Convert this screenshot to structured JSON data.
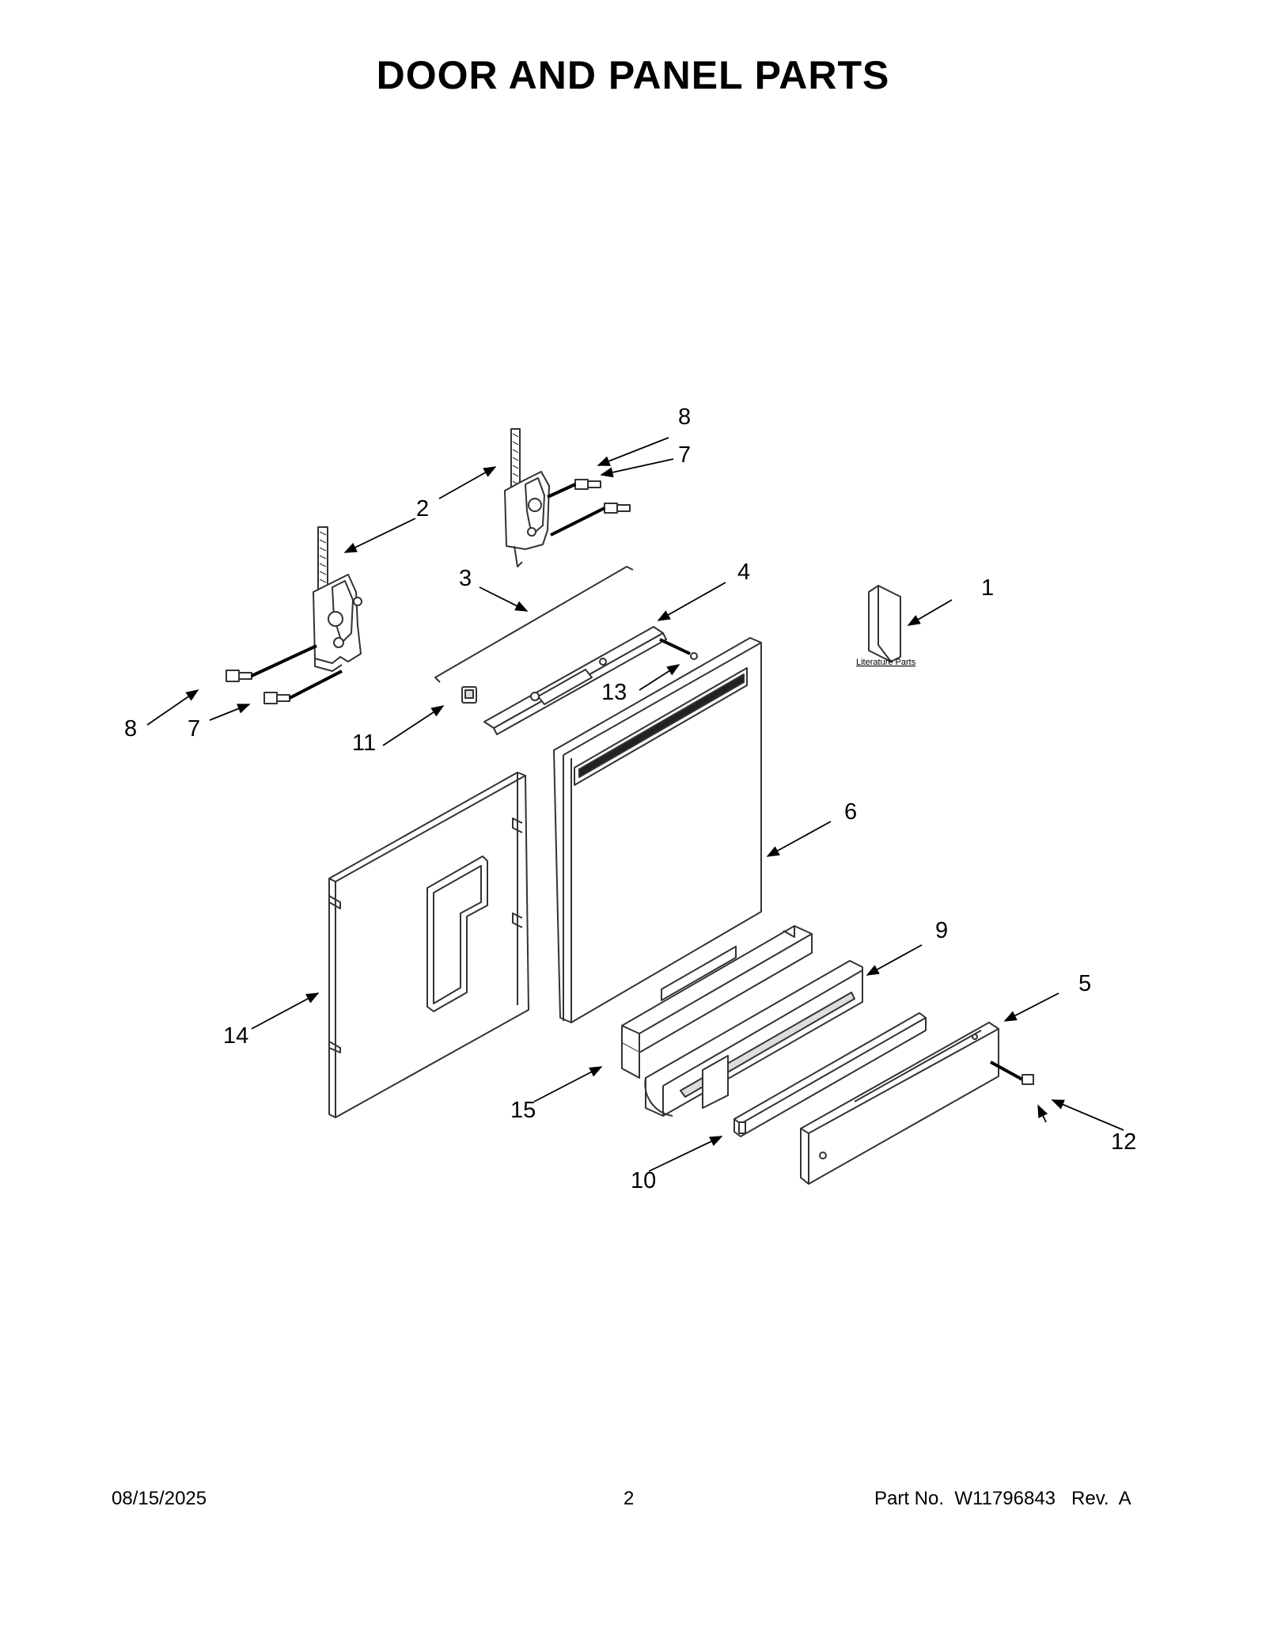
{
  "title": "DOOR AND PANEL PARTS",
  "literature_label": "Literature Parts",
  "callouts": [
    "1",
    "2",
    "3",
    "4",
    "5",
    "6",
    "7",
    "7",
    "8",
    "8",
    "9",
    "10",
    "11",
    "12",
    "13",
    "14",
    "15"
  ],
  "footer": {
    "date": "08/15/2025",
    "page": "2",
    "part_number": "Part No.  W11796843   Rev.  A"
  },
  "colors": {
    "ink": "#000000",
    "part_stroke": "#333333",
    "part_fill": "#ffffff"
  }
}
